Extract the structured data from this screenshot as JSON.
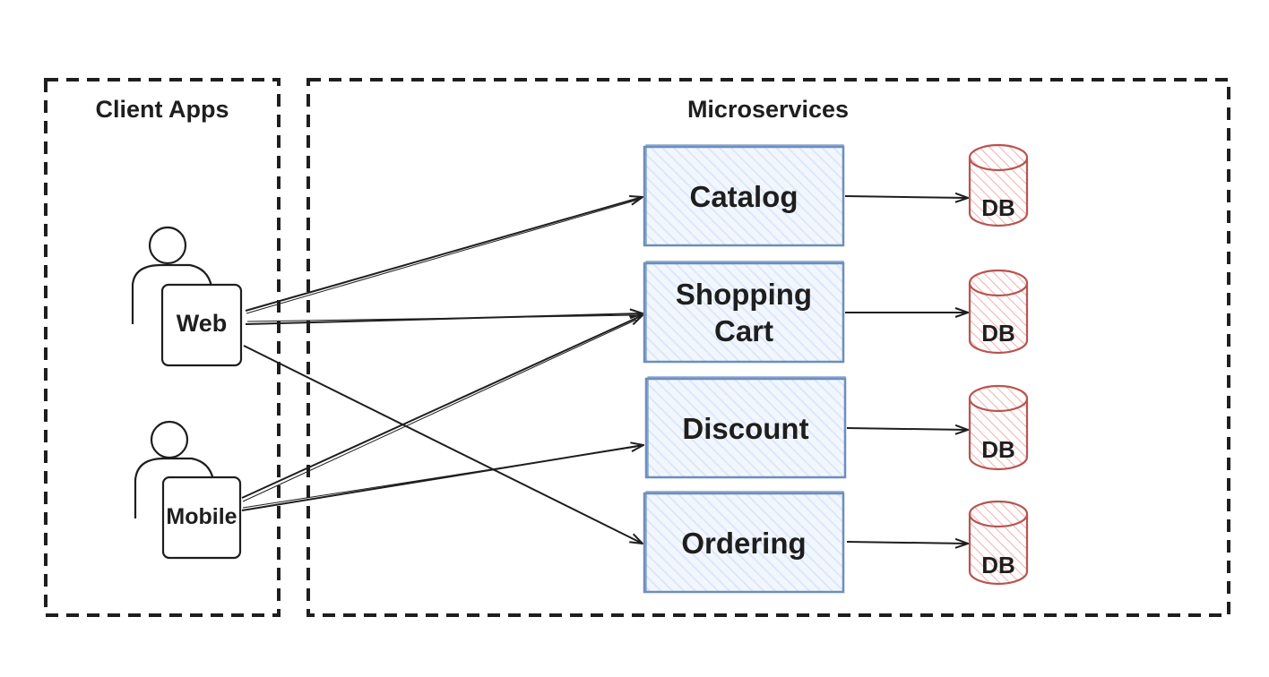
{
  "groups": {
    "client_apps": {
      "title": "Client Apps"
    },
    "microservices": {
      "title": "Microservices"
    }
  },
  "clients": [
    {
      "label": "Web"
    },
    {
      "label": "Mobile"
    }
  ],
  "services": [
    {
      "line1": "Catalog",
      "line2": ""
    },
    {
      "line1": "Shopping",
      "line2": "Cart"
    },
    {
      "line1": "Discount",
      "line2": ""
    },
    {
      "line1": "Ordering",
      "line2": ""
    }
  ],
  "databases": [
    {
      "label": "DB"
    },
    {
      "label": "DB"
    },
    {
      "label": "DB"
    },
    {
      "label": "DB"
    }
  ],
  "connections": [
    {
      "from": "Web",
      "to": "Catalog"
    },
    {
      "from": "Web",
      "to": "Shopping Cart"
    },
    {
      "from": "Web",
      "to": "Ordering"
    },
    {
      "from": "Mobile",
      "to": "Shopping Cart"
    },
    {
      "from": "Mobile",
      "to": "Discount"
    },
    {
      "from": "Catalog",
      "to": "DB"
    },
    {
      "from": "Shopping Cart",
      "to": "DB"
    },
    {
      "from": "Discount",
      "to": "DB"
    },
    {
      "from": "Ordering",
      "to": "DB"
    }
  ],
  "colors": {
    "service_stroke": "#6c8ebf",
    "service_fill": "#dae8fc",
    "db_stroke": "#b85450",
    "db_fill": "#f8cecc",
    "ink": "#1e1e1e"
  }
}
